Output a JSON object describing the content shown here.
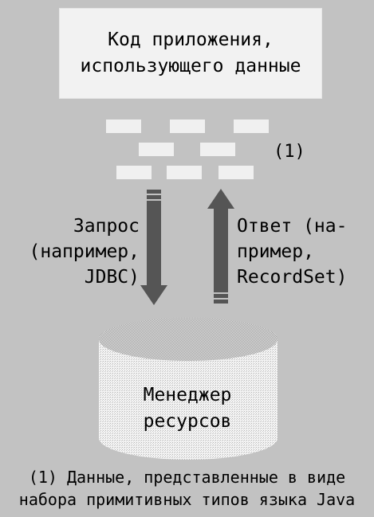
{
  "app_box": {
    "line1": "Код приложения,",
    "line2": "использующего данные"
  },
  "note_marker": "(1)",
  "request_label": {
    "line1": "Запрос",
    "line2": "(например,",
    "line3": "JDBC)"
  },
  "response_label": {
    "line1": "Ответ (на-",
    "line2": "пример,",
    "line3": "RecordSet)"
  },
  "database": {
    "line1": "Менеджер",
    "line2": "ресурсов"
  },
  "footnote": {
    "line1": "(1) Данные, представленные в виде",
    "line2": "набора примитивных типов языка Java"
  },
  "colors": {
    "background": "#c2c2c2",
    "box": "#f2f2f2",
    "arrow": "#555555"
  }
}
